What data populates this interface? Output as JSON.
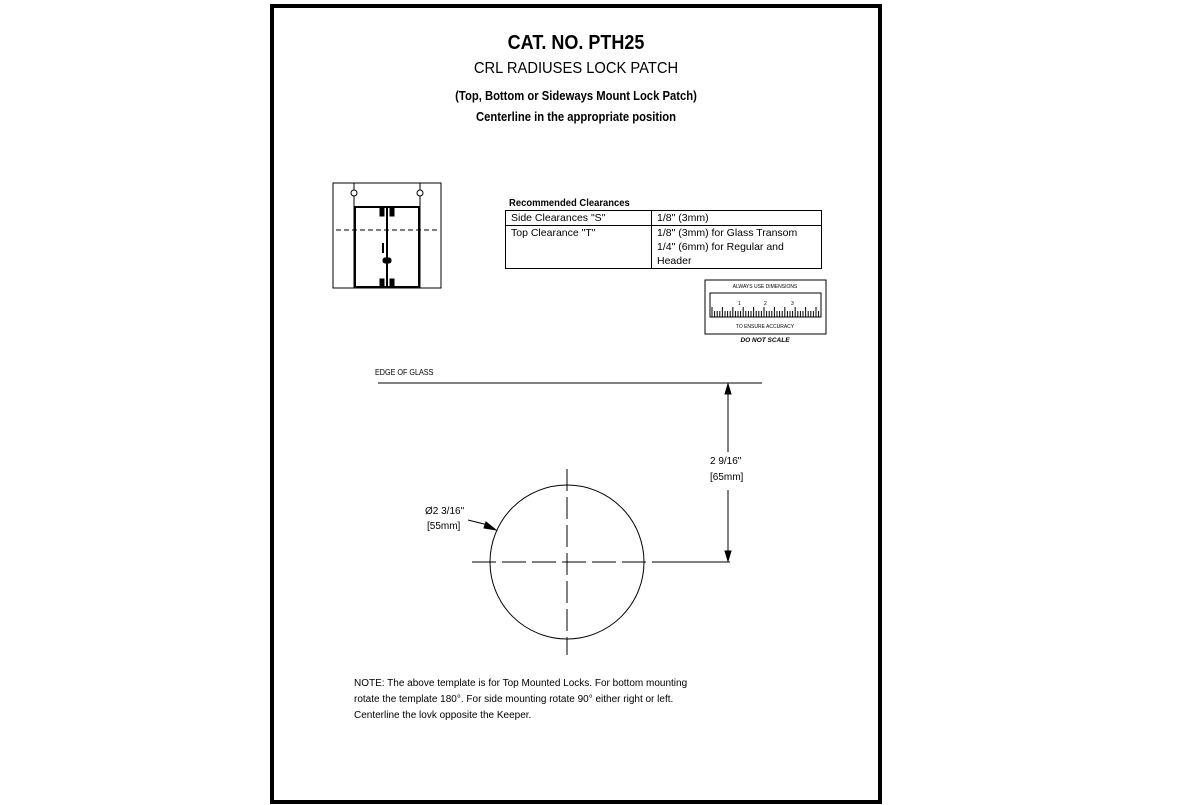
{
  "header": {
    "title": "CAT. NO. PTH25",
    "subtitle": "CRL RADIUSES LOCK PATCH",
    "line1": "(Top, Bottom or Sideways Mount Lock Patch)",
    "line2": "Centerline in the appropriate position"
  },
  "clearances": {
    "heading": "Recommended Clearances",
    "rows": [
      {
        "label": "Side Clearances \"S\"",
        "values": [
          "1/8\" (3mm)"
        ]
      },
      {
        "label": "Top Clearance \"T\"",
        "values": [
          "1/8\" (3mm) for Glass Transom",
          "1/4\" (6mm) for Regular and Header"
        ]
      }
    ]
  },
  "ruler": {
    "top": "ALWAYS USE DIMENSIONS",
    "bottom": "TO ENSURE ACCURACY",
    "caption": "DO NOT SCALE",
    "ticks": [
      "1",
      "2",
      "3"
    ]
  },
  "drawing": {
    "edge_label": "EDGE OF GLASS",
    "distance_in": "2 9/16\"",
    "distance_mm": "[65mm]",
    "diameter_in": "Ø2 3/16\"",
    "diameter_mm": "[55mm]"
  },
  "note": [
    "NOTE: The above template is for Top Mounted Locks. For bottom mounting",
    "rotate the template 180°. For side mounting rotate 90° either right or left.",
    "Centerline the lovk opposite the Keeper."
  ]
}
